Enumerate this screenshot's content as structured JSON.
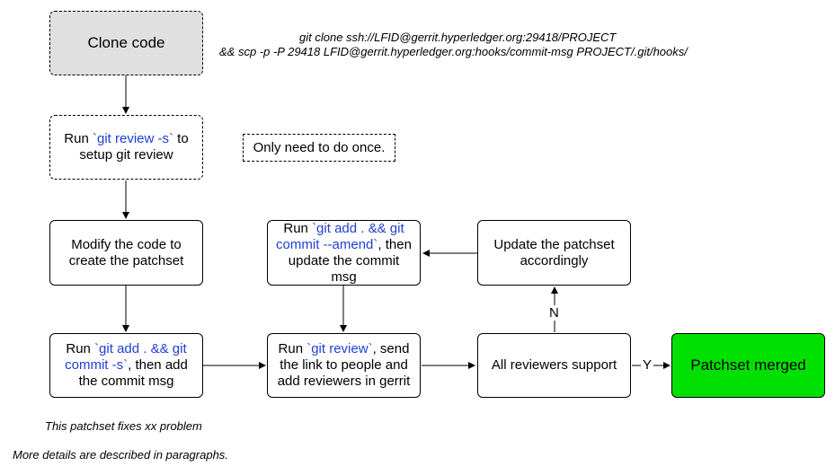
{
  "nodes": {
    "clone": {
      "text": "Clone code"
    },
    "setup_review": {
      "pre": "Run ",
      "code": "`git review -s`",
      "post": " to setup git review"
    },
    "once_note": {
      "text": "Only need to do once."
    },
    "modify": {
      "text": "Modify the code to create the patchset"
    },
    "amend": {
      "pre": "Run ",
      "code": "`git add . && git commit --amend`",
      "post": ", then update the commit msg"
    },
    "update_patchset": {
      "text": "Update the patchset accordingly"
    },
    "add_commit": {
      "pre": "Run ",
      "code": "`git add . && git commit -s`",
      "post": ", then add the commit msg"
    },
    "git_review": {
      "pre": "Run ",
      "code": "`git review`",
      "post": ", send the link to people and add reviewers in gerrit"
    },
    "reviewers": {
      "text": "All reviewers support"
    },
    "merged": {
      "text": "Patchset merged"
    }
  },
  "edge_labels": {
    "no": "N",
    "yes": "Y"
  },
  "notes": {
    "clone_cmd_1": "git clone ssh://LFID@gerrit.hyperledger.org:29418/PROJECT",
    "clone_cmd_2": "&& scp -p -P 29418 LFID@gerrit.hyperledger.org:hooks/commit-msg PROJECT/.git/hooks/",
    "commit_msg_1": "This patchset fixes xx problem",
    "commit_msg_2": "More details are described in paragraphs."
  },
  "colors": {
    "merged_fill": "#00e000",
    "clone_fill": "#e0e0e0",
    "code_text": "#1f3fd6"
  }
}
